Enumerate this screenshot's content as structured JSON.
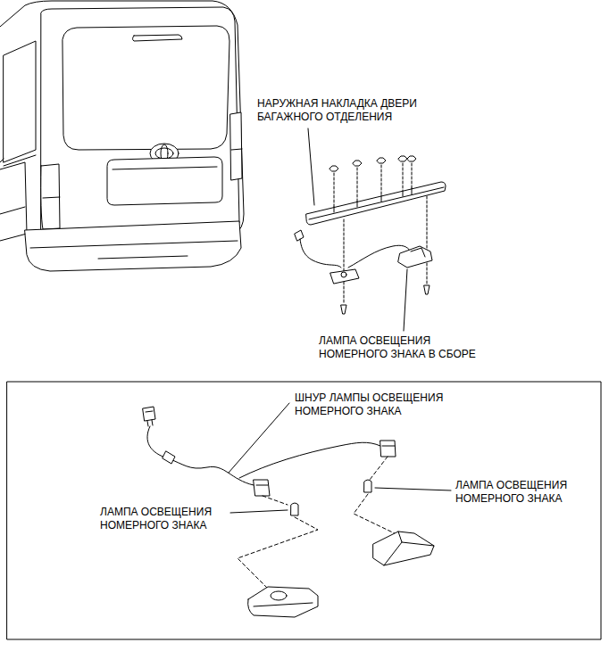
{
  "diagram": {
    "labels": [
      "НАРУЖНАЯ НАКЛАДКА ДВЕРИ БАГАЖНОГО ОТДЕЛЕНИЯ",
      "ЛАМПА ОСВЕЩЕНИЯ НОМЕРНОГО ЗНАКА В СБОРЕ",
      "ШНУР ЛАМПЫ ОСВЕЩЕНИЯ НОМЕРНОГО ЗНАКА",
      "ЛАМПА ОСВЕЩЕНИЯ НОМЕРНОГО ЗНАКА",
      "ЛАМПА ОСВЕЩЕНИЯ НОМЕРНОГО ЗНАКА"
    ]
  }
}
